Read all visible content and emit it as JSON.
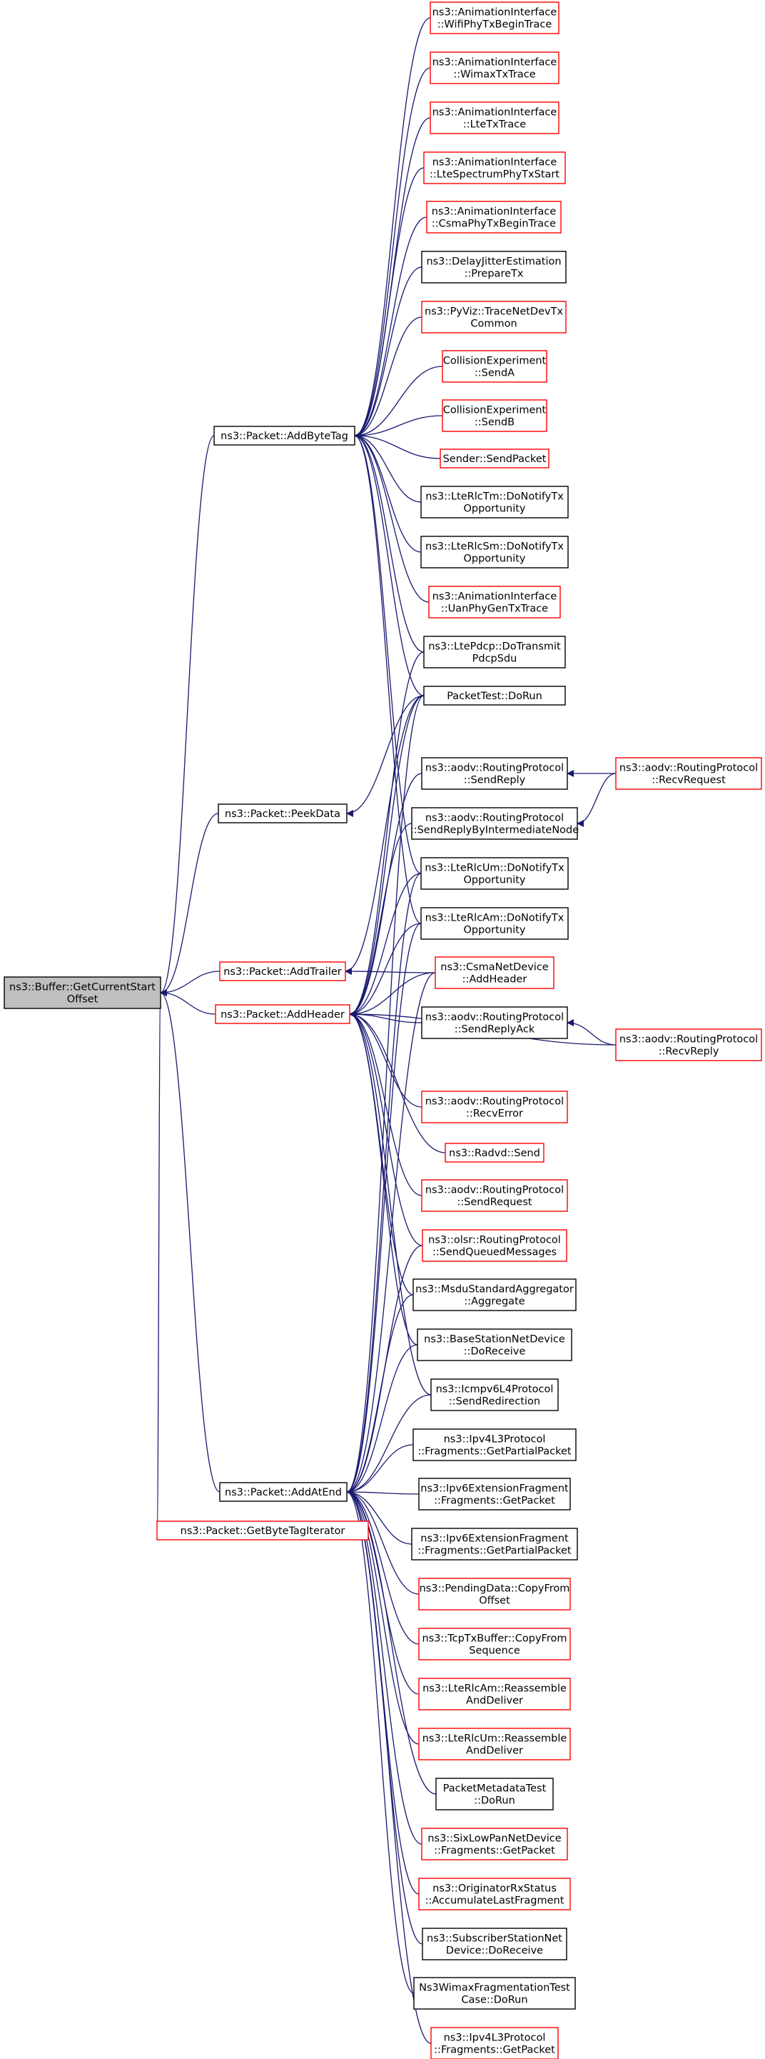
{
  "colors": {
    "edge": "#191970",
    "border_link": "#ff0000",
    "border_plain": "#000000",
    "root_fill": "#bfbfbf",
    "node_fill": "#ffffff"
  },
  "nodes": [
    {
      "id": "root",
      "lines": [
        "ns3::Buffer::GetCurrentStart",
        "Offset"
      ],
      "style": "root"
    },
    {
      "id": "addbytetag",
      "lines": [
        "ns3::Packet::AddByteTag"
      ],
      "style": "plain"
    },
    {
      "id": "peekdata",
      "lines": [
        "ns3::Packet::PeekData"
      ],
      "style": "plain"
    },
    {
      "id": "addtrailer",
      "lines": [
        "ns3::Packet::AddTrailer"
      ],
      "style": "link"
    },
    {
      "id": "addheader",
      "lines": [
        "ns3::Packet::AddHeader"
      ],
      "style": "link"
    },
    {
      "id": "addatend",
      "lines": [
        "ns3::Packet::AddAtEnd"
      ],
      "style": "plain"
    },
    {
      "id": "getbytetagiter",
      "lines": [
        "ns3::Packet::GetByteTagIterator"
      ],
      "style": "link"
    },
    {
      "id": "wifiphytx",
      "lines": [
        "ns3::AnimationInterface",
        "::WifiPhyTxBeginTrace"
      ],
      "style": "link"
    },
    {
      "id": "wimaxtx",
      "lines": [
        "ns3::AnimationInterface",
        "::WimaxTxTrace"
      ],
      "style": "link"
    },
    {
      "id": "ltetx",
      "lines": [
        "ns3::AnimationInterface",
        "::LteTxTrace"
      ],
      "style": "link"
    },
    {
      "id": "ltespectrum",
      "lines": [
        "ns3::AnimationInterface",
        "::LteSpectrumPhyTxStart"
      ],
      "style": "link"
    },
    {
      "id": "csmaphytx",
      "lines": [
        "ns3::AnimationInterface",
        "::CsmaPhyTxBeginTrace"
      ],
      "style": "link"
    },
    {
      "id": "delayjitter",
      "lines": [
        "ns3::DelayJitterEstimation",
        "::PrepareTx"
      ],
      "style": "plain"
    },
    {
      "id": "pyviz",
      "lines": [
        "ns3::PyViz::TraceNetDevTx",
        "Common"
      ],
      "style": "link"
    },
    {
      "id": "collisionA",
      "lines": [
        "CollisionExperiment",
        "::SendA"
      ],
      "style": "link"
    },
    {
      "id": "collisionB",
      "lines": [
        "CollisionExperiment",
        "::SendB"
      ],
      "style": "link"
    },
    {
      "id": "sender",
      "lines": [
        "Sender::SendPacket"
      ],
      "style": "link"
    },
    {
      "id": "lterlctm",
      "lines": [
        "ns3::LteRlcTm::DoNotifyTx",
        "Opportunity"
      ],
      "style": "plain"
    },
    {
      "id": "lterlcsm",
      "lines": [
        "ns3::LteRlcSm::DoNotifyTx",
        "Opportunity"
      ],
      "style": "plain"
    },
    {
      "id": "uanphy",
      "lines": [
        "ns3::AnimationInterface",
        "::UanPhyGenTxTrace"
      ],
      "style": "link"
    },
    {
      "id": "ltepdcp",
      "lines": [
        "ns3::LtePdcp::DoTransmit",
        "PdcpSdu"
      ],
      "style": "plain"
    },
    {
      "id": "packettest",
      "lines": [
        "PacketTest::DoRun"
      ],
      "style": "plain"
    },
    {
      "id": "aodvsendreply",
      "lines": [
        "ns3::aodv::RoutingProtocol",
        "::SendReply"
      ],
      "style": "plain"
    },
    {
      "id": "aodvrecvrequest",
      "lines": [
        "ns3::aodv::RoutingProtocol",
        "::RecvRequest"
      ],
      "style": "link"
    },
    {
      "id": "aodvsendreplyim",
      "lines": [
        "ns3::aodv::RoutingProtocol",
        "::SendReplyByIntermediateNode"
      ],
      "style": "plain"
    },
    {
      "id": "lterlcum",
      "lines": [
        "ns3::LteRlcUm::DoNotifyTx",
        "Opportunity"
      ],
      "style": "plain"
    },
    {
      "id": "lterlcam",
      "lines": [
        "ns3::LteRlcAm::DoNotifyTx",
        "Opportunity"
      ],
      "style": "plain"
    },
    {
      "id": "csmaaddheader",
      "lines": [
        "ns3::CsmaNetDevice",
        "::AddHeader"
      ],
      "style": "link"
    },
    {
      "id": "aodvsendreplyack",
      "lines": [
        "ns3::aodv::RoutingProtocol",
        "::SendReplyAck"
      ],
      "style": "plain"
    },
    {
      "id": "aodvrecvreply",
      "lines": [
        "ns3::aodv::RoutingProtocol",
        "::RecvReply"
      ],
      "style": "link"
    },
    {
      "id": "aodvrecverror",
      "lines": [
        "ns3::aodv::RoutingProtocol",
        "::RecvError"
      ],
      "style": "link"
    },
    {
      "id": "radvd",
      "lines": [
        "ns3::Radvd::Send"
      ],
      "style": "link"
    },
    {
      "id": "aodvsendrequest",
      "lines": [
        "ns3::aodv::RoutingProtocol",
        "::SendRequest"
      ],
      "style": "link"
    },
    {
      "id": "olsr",
      "lines": [
        "ns3::olsr::RoutingProtocol",
        "::SendQueuedMessages"
      ],
      "style": "link"
    },
    {
      "id": "msdu",
      "lines": [
        "ns3::MsduStandardAggregator",
        "::Aggregate"
      ],
      "style": "plain"
    },
    {
      "id": "bsnetdev",
      "lines": [
        "ns3::BaseStationNetDevice",
        "::DoReceive"
      ],
      "style": "plain"
    },
    {
      "id": "icmpv6",
      "lines": [
        "ns3::Icmpv6L4Protocol",
        "::SendRedirection"
      ],
      "style": "plain"
    },
    {
      "id": "ipv4frag",
      "lines": [
        "ns3::Ipv4L3Protocol",
        "::Fragments::GetPartialPacket"
      ],
      "style": "plain"
    },
    {
      "id": "ipv6fragget",
      "lines": [
        "ns3::Ipv6ExtensionFragment",
        "::Fragments::GetPacket"
      ],
      "style": "plain"
    },
    {
      "id": "ipv6fragpartial",
      "lines": [
        "ns3::Ipv6ExtensionFragment",
        "::Fragments::GetPartialPacket"
      ],
      "style": "plain"
    },
    {
      "id": "pendingdata",
      "lines": [
        "ns3::PendingData::CopyFrom",
        "Offset"
      ],
      "style": "link"
    },
    {
      "id": "tcptxbuffer",
      "lines": [
        "ns3::TcpTxBuffer::CopyFrom",
        "Sequence"
      ],
      "style": "link"
    },
    {
      "id": "lterlcamreasm",
      "lines": [
        "ns3::LteRlcAm::Reassemble",
        "AndDeliver"
      ],
      "style": "link"
    },
    {
      "id": "lterlcumreasm",
      "lines": [
        "ns3::LteRlcUm::Reassemble",
        "AndDeliver"
      ],
      "style": "link"
    },
    {
      "id": "pktmetadata",
      "lines": [
        "PacketMetadataTest",
        "::DoRun"
      ],
      "style": "plain"
    },
    {
      "id": "sixlowpan",
      "lines": [
        "ns3::SixLowPanNetDevice",
        "::Fragments::GetPacket"
      ],
      "style": "link"
    },
    {
      "id": "originator",
      "lines": [
        "ns3::OriginatorRxStatus",
        "::AccumulateLastFragment"
      ],
      "style": "link"
    },
    {
      "id": "ssnetdev",
      "lines": [
        "ns3::SubscriberStationNet",
        "Device::DoReceive"
      ],
      "style": "plain"
    },
    {
      "id": "wimaxfragtest",
      "lines": [
        "Ns3WimaxFragmentationTest",
        "Case::DoRun"
      ],
      "style": "plain"
    },
    {
      "id": "ipv4fragget",
      "lines": [
        "ns3::Ipv4L3Protocol",
        "::Fragments::GetPacket"
      ],
      "style": "link"
    }
  ],
  "edges": [
    [
      "addbytetag",
      "root"
    ],
    [
      "peekdata",
      "root"
    ],
    [
      "addtrailer",
      "root"
    ],
    [
      "addheader",
      "root"
    ],
    [
      "addatend",
      "root"
    ],
    [
      "getbytetagiter",
      "root"
    ],
    [
      "wifiphytx",
      "addbytetag"
    ],
    [
      "wimaxtx",
      "addbytetag"
    ],
    [
      "ltetx",
      "addbytetag"
    ],
    [
      "ltespectrum",
      "addbytetag"
    ],
    [
      "csmaphytx",
      "addbytetag"
    ],
    [
      "delayjitter",
      "addbytetag"
    ],
    [
      "pyviz",
      "addbytetag"
    ],
    [
      "collisionA",
      "addbytetag"
    ],
    [
      "collisionB",
      "addbytetag"
    ],
    [
      "sender",
      "addbytetag"
    ],
    [
      "lterlctm",
      "addbytetag"
    ],
    [
      "lterlcsm",
      "addbytetag"
    ],
    [
      "uanphy",
      "addbytetag"
    ],
    [
      "ltepdcp",
      "addbytetag"
    ],
    [
      "packettest",
      "addbytetag"
    ],
    [
      "lterlcum",
      "addbytetag"
    ],
    [
      "lterlcam",
      "addbytetag"
    ],
    [
      "packettest",
      "peekdata"
    ],
    [
      "packettest",
      "addtrailer"
    ],
    [
      "csmaaddheader",
      "addtrailer"
    ],
    [
      "aodvrecvrequest",
      "aodvsendreply"
    ],
    [
      "aodvrecvrequest",
      "aodvsendreplyim"
    ],
    [
      "aodvrecvreply",
      "aodvsendreplyack"
    ],
    [
      "ltepdcp",
      "addheader"
    ],
    [
      "packettest",
      "addheader"
    ],
    [
      "aodvsendreply",
      "addheader"
    ],
    [
      "aodvsendreplyim",
      "addheader"
    ],
    [
      "lterlcum",
      "addheader"
    ],
    [
      "lterlcam",
      "addheader"
    ],
    [
      "csmaaddheader",
      "addheader"
    ],
    [
      "aodvsendreplyack",
      "addheader"
    ],
    [
      "aodvrecvreply",
      "addheader"
    ],
    [
      "aodvrecverror",
      "addheader"
    ],
    [
      "radvd",
      "addheader"
    ],
    [
      "aodvsendrequest",
      "addheader"
    ],
    [
      "olsr",
      "addheader"
    ],
    [
      "msdu",
      "addheader"
    ],
    [
      "bsnetdev",
      "addheader"
    ],
    [
      "icmpv6",
      "addheader"
    ],
    [
      "packettest",
      "addatend"
    ],
    [
      "lterlcum",
      "addatend"
    ],
    [
      "lterlcam",
      "addatend"
    ],
    [
      "csmaaddheader",
      "addatend"
    ],
    [
      "olsr",
      "addatend"
    ],
    [
      "msdu",
      "addatend"
    ],
    [
      "bsnetdev",
      "addatend"
    ],
    [
      "icmpv6",
      "addatend"
    ],
    [
      "ipv4frag",
      "addatend"
    ],
    [
      "ipv6fragget",
      "addatend"
    ],
    [
      "ipv6fragpartial",
      "addatend"
    ],
    [
      "pendingdata",
      "addatend"
    ],
    [
      "tcptxbuffer",
      "addatend"
    ],
    [
      "lterlcamreasm",
      "addatend"
    ],
    [
      "lterlcumreasm",
      "addatend"
    ],
    [
      "pktmetadata",
      "addatend"
    ],
    [
      "sixlowpan",
      "addatend"
    ],
    [
      "originator",
      "addatend"
    ],
    [
      "ssnetdev",
      "addatend"
    ],
    [
      "wimaxfragtest",
      "addatend"
    ],
    [
      "ipv4fragget",
      "addatend"
    ]
  ]
}
